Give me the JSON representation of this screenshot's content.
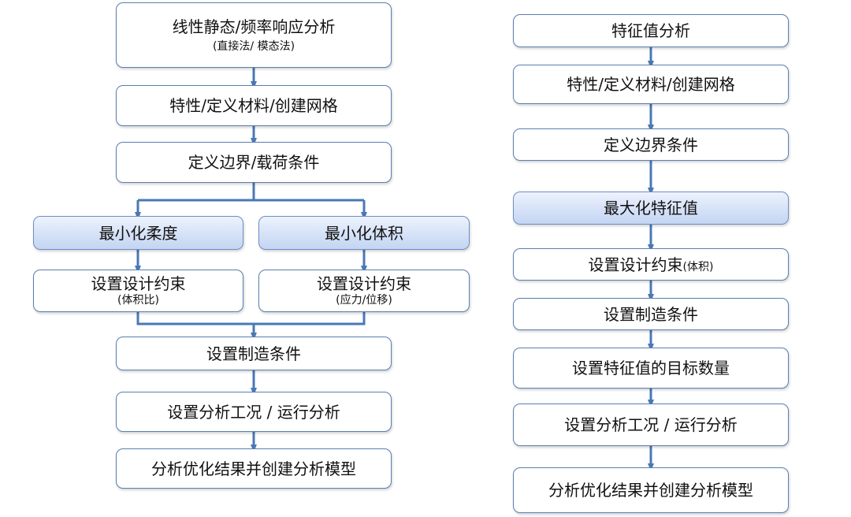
{
  "left": {
    "start": {
      "main": "线性静态/频率响应分析",
      "sub": "(直接法/ 模态法)"
    },
    "material": "特性/定义材料/创建网格",
    "boundary": "定义边界/载荷条件",
    "branch_a": {
      "objective": "最小化柔度",
      "constraint_main": "设置设计约束",
      "constraint_sub": "(体积比)"
    },
    "branch_b": {
      "objective": "最小化体积",
      "constraint_main": "设置设计约束",
      "constraint_sub": "(应力/位移)"
    },
    "manufacturing": "设置制造条件",
    "run": "设置分析工况 / 运行分析",
    "result": "分析优化结果并创建分析模型"
  },
  "right": {
    "start": "特征值分析",
    "material": "特性/定义材料/创建网格",
    "boundary": "定义边界条件",
    "objective": "最大化特征值",
    "constraint_main": "设置设计约束",
    "constraint_sub": "(体积)",
    "manufacturing": "设置制造条件",
    "target": "设置特征值的目标数量",
    "run": "设置分析工况 / 运行分析",
    "result": "分析优化结果并创建分析模型"
  },
  "colors": {
    "connector": "#4a78b5",
    "box_border": "#5b7fb0",
    "highlight_top": "#eef3fd",
    "highlight_bottom": "#c4d5f2"
  }
}
